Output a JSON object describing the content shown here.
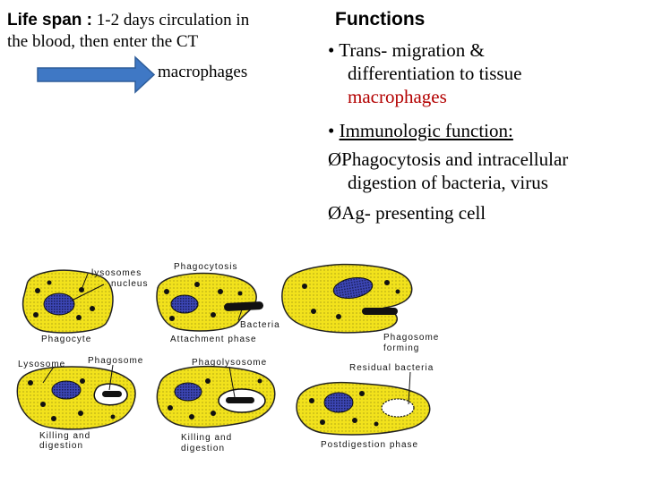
{
  "life_span": {
    "label": "Life span :",
    "text_line1": "1-2 days circulation in",
    "text_line2": "the blood, then enter the CT",
    "arrow_target": "macrophages"
  },
  "functions": {
    "heading": "Functions",
    "items": [
      {
        "bullet": "•",
        "line1": "Trans- migration &",
        "line2": "differentiation to tissue",
        "line3": "macrophages"
      },
      {
        "bullet": "•",
        "line1": "Immunologic function:"
      }
    ],
    "subitems": [
      {
        "bullet": "Ø",
        "line1": "Phagocytosis and intracellular",
        "line2": "digestion of bacteria, virus"
      },
      {
        "bullet": "Ø",
        "line1": "Ag- presenting cell"
      }
    ]
  },
  "diagram": {
    "labels": {
      "lysosomes": "lysosomes",
      "nucleus": "nucleus",
      "phagocytosis": "Phagocytosis",
      "bacteria": "Bacteria",
      "phagocyte": "Phagocyte",
      "attachment_phase": "Attachment phase",
      "phagosome_forming_1": "Phagosome",
      "phagosome_forming_2": "forming",
      "lysosome": "Lysosome",
      "phagosome": "Phagosome",
      "phagolysosome": "Phagolysosome",
      "residual_bacteria": "Residual bacteria",
      "killing_digestion_1a": "Killing and",
      "killing_digestion_1b": "digestion",
      "killing_digestion_2a": "Killing and",
      "killing_digestion_2b": "digestion",
      "postdigestion_phase": "Postdigestion phase"
    },
    "colors": {
      "cell": "#f2e21c",
      "nucleus": "#3c46b4",
      "arrow": "#3f78c5"
    }
  }
}
